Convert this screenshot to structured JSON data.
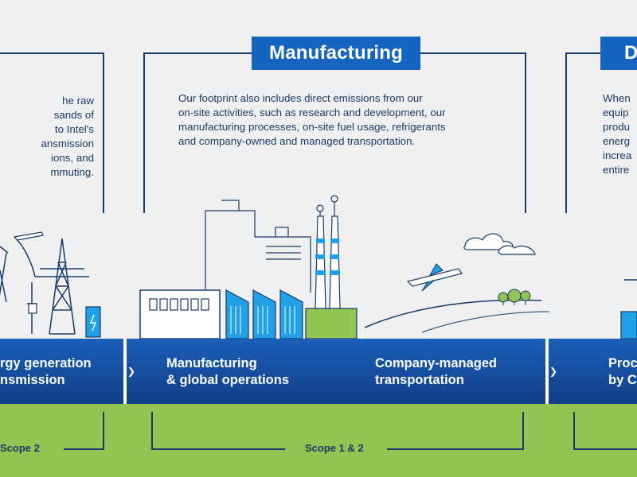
{
  "sections": {
    "left": {
      "description": "he raw\nsands of\nto Intel's\nansmission\nions, and\nmmuting.",
      "band_label": "rgy generation\nnsmission",
      "scope_label": "Scope 2"
    },
    "manufacturing": {
      "title": "Manufacturing",
      "description": "Our footprint also includes direct emissions from our\non-site activities, such as research and development, our\nmanufacturing processes, on-site fuel usage, refrigerants\nand company-owned and managed transportation.",
      "band_label_1": "Manufacturing\n& global operations",
      "band_label_2": "Company-managed\ntransportation",
      "scope_label": "Scope 1 & 2"
    },
    "right": {
      "title": "D",
      "description": "When\nequip\nprodu\nenerg\nincrea\nentire",
      "band_label": "Proc\nby C"
    }
  },
  "colors": {
    "accent": "#1565c0",
    "navy": "#1b3a68",
    "band_dark": "#123e87",
    "green": "#92c353",
    "light_blue": "#1fa0e8"
  }
}
